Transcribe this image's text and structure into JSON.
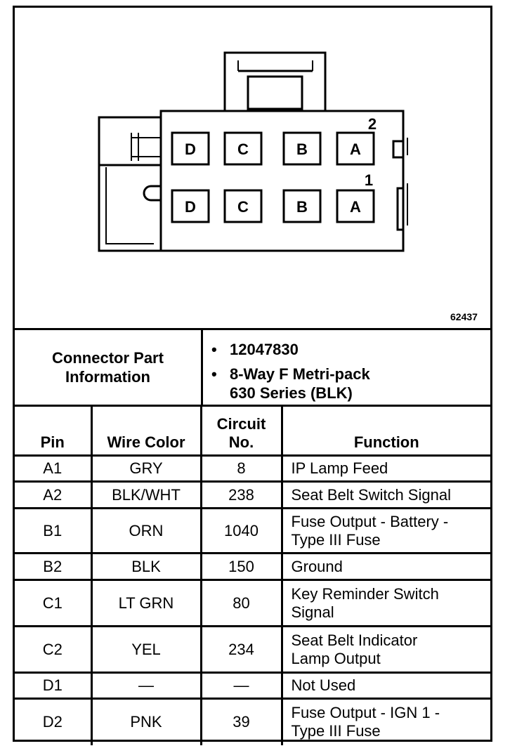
{
  "figure": {
    "number": "62437",
    "cavities": {
      "row2": {
        "label": "2",
        "pins": [
          "D",
          "C",
          "B",
          "A"
        ]
      },
      "row1": {
        "label": "1",
        "pins": [
          "D",
          "C",
          "B",
          "A"
        ]
      }
    }
  },
  "connector_info": {
    "label_line1": "Connector Part",
    "label_line2": "Information",
    "part_number": "12047830",
    "description_line1": "8-Way F Metri-pack",
    "description_line2": "630 Series (BLK)"
  },
  "table": {
    "headers": {
      "pin": "Pin",
      "wire_color": "Wire Color",
      "circuit_line1": "Circuit",
      "circuit_line2": "No.",
      "function": "Function"
    },
    "rows": [
      {
        "pin": "A1",
        "wire_color": "GRY",
        "circuit": "8",
        "function_line1": "IP Lamp Feed",
        "function_line2": ""
      },
      {
        "pin": "A2",
        "wire_color": "BLK/WHT",
        "circuit": "238",
        "function_line1": "Seat Belt Switch Signal",
        "function_line2": ""
      },
      {
        "pin": "B1",
        "wire_color": "ORN",
        "circuit": "1040",
        "function_line1": "Fuse Output - Battery -",
        "function_line2": "Type III Fuse"
      },
      {
        "pin": "B2",
        "wire_color": "BLK",
        "circuit": "150",
        "function_line1": "Ground",
        "function_line2": ""
      },
      {
        "pin": "C1",
        "wire_color": "LT GRN",
        "circuit": "80",
        "function_line1": "Key Reminder Switch",
        "function_line2": "Signal"
      },
      {
        "pin": "C2",
        "wire_color": "YEL",
        "circuit": "234",
        "function_line1": "Seat Belt Indicator",
        "function_line2": "Lamp Output"
      },
      {
        "pin": "D1",
        "wire_color": "—",
        "circuit": "—",
        "function_line1": "Not Used",
        "function_line2": ""
      },
      {
        "pin": "D2",
        "wire_color": "PNK",
        "circuit": "39",
        "function_line1": "Fuse Output - IGN 1 -",
        "function_line2": "Type III Fuse"
      }
    ]
  }
}
